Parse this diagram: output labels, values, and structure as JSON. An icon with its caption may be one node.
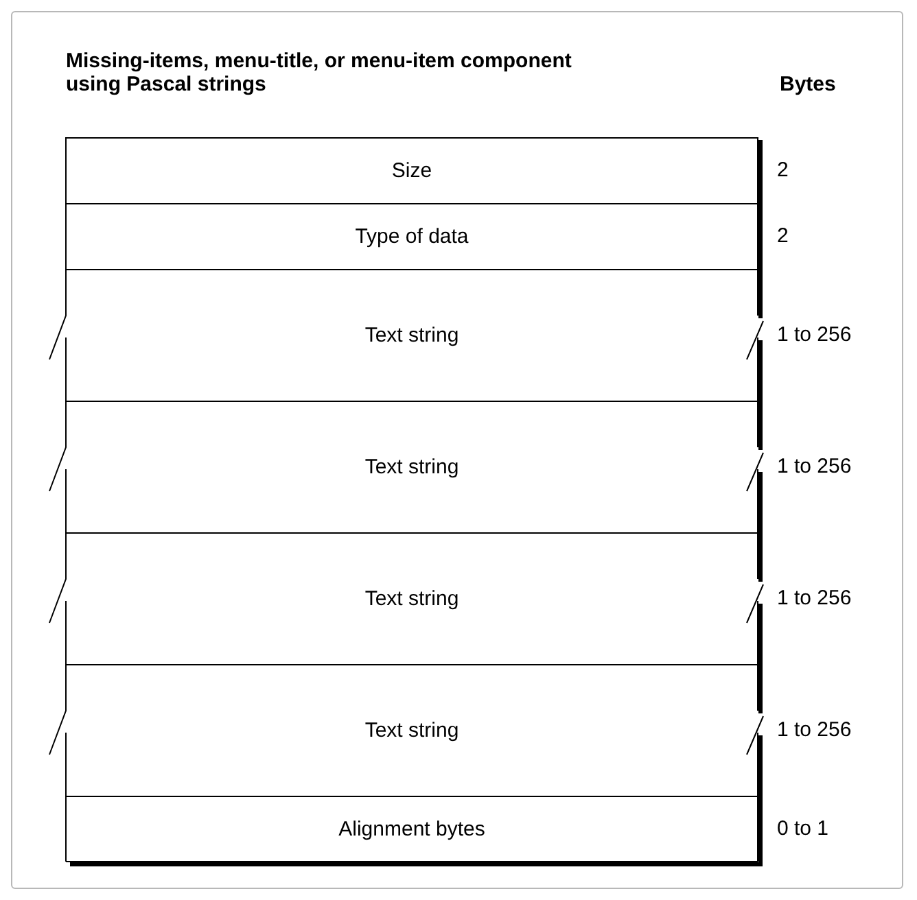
{
  "diagram": {
    "title": "Missing-items, menu-title, or menu-item component using Pascal strings",
    "nodes": [
      {
        "text": [
          "Size"
        ],
        "beside": [
          "2"
        ]
      },
      {
        "text": [
          "Type of data"
        ],
        "beside": [
          "2"
        ]
      },
      {
        "text": [
          "Text string"
        ],
        "beside": [
          "1 to 256"
        ]
      },
      {
        "text": [
          "Text string"
        ],
        "beside": [
          "1 to 256"
        ]
      },
      {
        "text": [
          "Text string"
        ],
        "beside": [
          "1 to 256"
        ]
      },
      {
        "text": [
          "Text string"
        ],
        "beside": [
          "1 to 256"
        ]
      },
      {
        "text": [
          "Alignment bytes"
        ],
        "beside": [
          "0 to 1"
        ]
      }
    ],
    "labels": [
      "Bytes"
    ]
  }
}
